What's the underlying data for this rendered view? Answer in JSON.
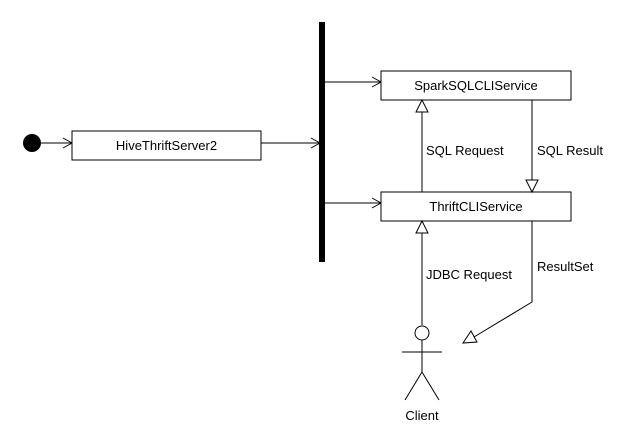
{
  "nodes": {
    "hive_thrift_server2": "HiveThriftServer2",
    "spark_sql_cli_service": "SparkSQLCLIService",
    "thrift_cli_service": "ThriftCLIService",
    "client": "Client"
  },
  "edges": {
    "sql_request": "SQL Request",
    "sql_result": "SQL Result",
    "jdbc_request": "JDBC Request",
    "result_set": "ResultSet"
  }
}
